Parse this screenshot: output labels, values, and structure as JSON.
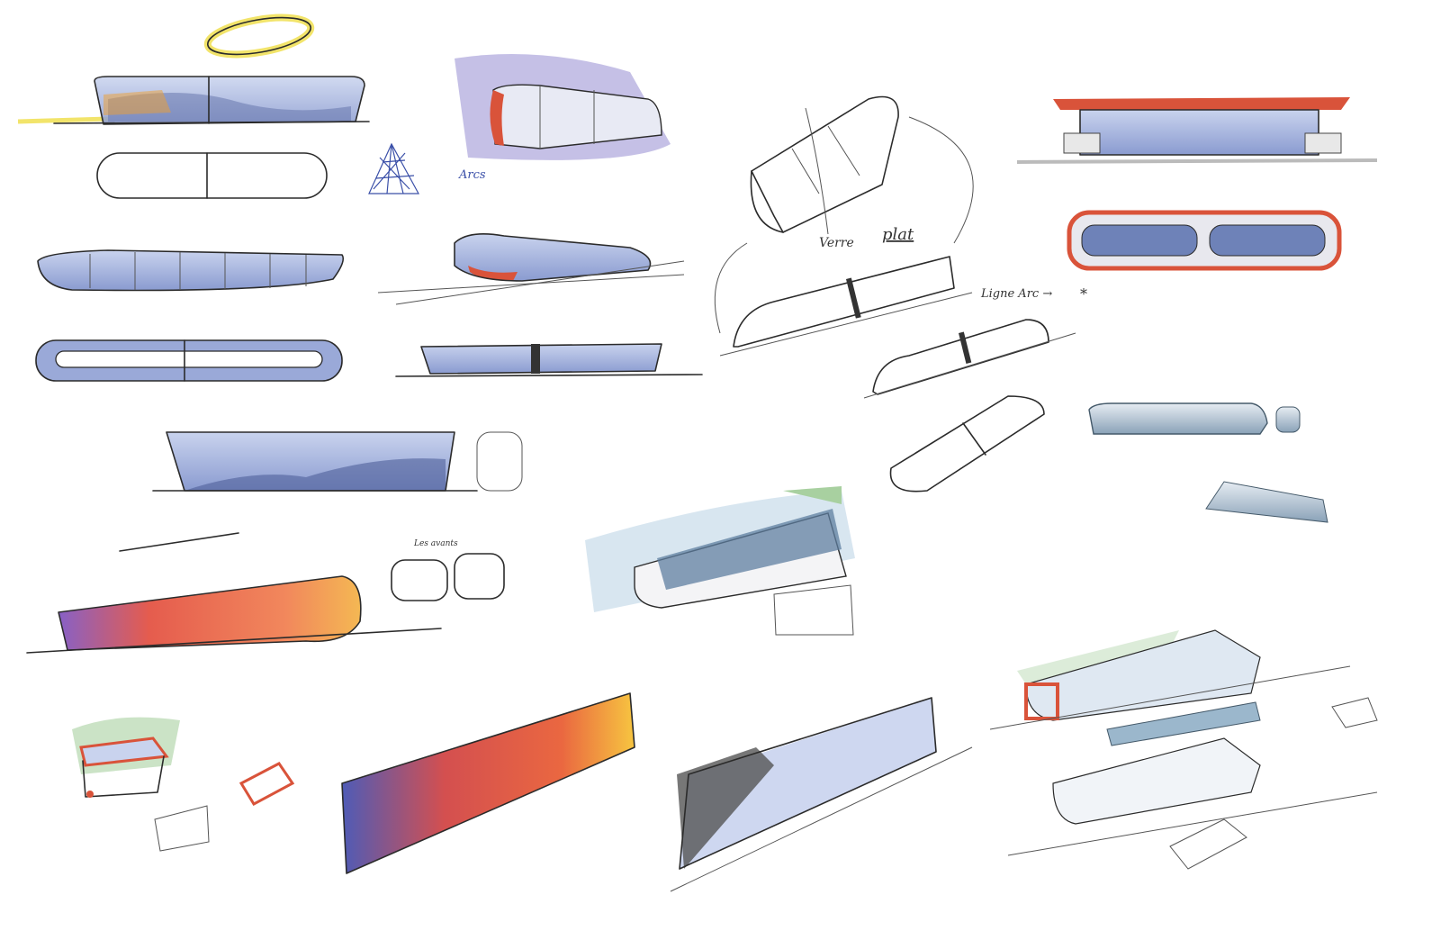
{
  "title": "Station shelter concept sketches",
  "notes": {
    "arcs": "Arcs",
    "verre": "Verre",
    "plat": "plat",
    "ligne_arc": "Ligne Arc →",
    "star": "*",
    "les_avants": "Les avants"
  },
  "colors": {
    "glass_blue": "#9aa9d8",
    "glass_light": "#c9d3ee",
    "accent_red": "#d9533a",
    "accent_orange": "#f0a030",
    "accent_purple": "#8a5cc0",
    "lavender_wash": "#b7b0e0",
    "green_wash": "#a8d0a0",
    "yellow": "#f2e46a",
    "slate": "#5f7a90",
    "ink": "#2b2b2b"
  }
}
